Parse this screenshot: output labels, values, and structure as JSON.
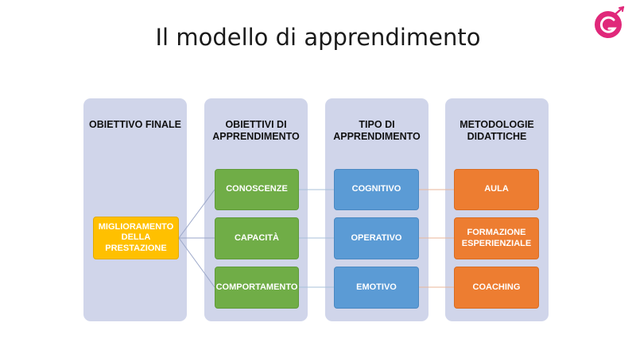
{
  "slide": {
    "title": "Il modello di apprendimento"
  },
  "colors": {
    "column_bg": "#d0d5ea",
    "gold": "#ffc000",
    "green": "#70ad47",
    "blue": "#5b9bd5",
    "orange": "#ed7d31",
    "logo": "#e0287a"
  },
  "logo": {
    "icon": "brand-logo-icon"
  },
  "columns": [
    {
      "header": "OBIETTIVO FINALE",
      "boxes": [
        "MIGLIORAMENTO DELLA PRESTAZIONE"
      ]
    },
    {
      "header": "OBIETTIVI DI APPRENDIMENTO",
      "boxes": [
        "CONOSCENZE",
        "CAPACITÀ",
        "COMPORTAMENTO"
      ]
    },
    {
      "header": "TIPO DI APPRENDIMENTO",
      "boxes": [
        "COGNITIVO",
        "OPERATIVO",
        "EMOTIVO"
      ]
    },
    {
      "header": "METODOLOGIE DIDATTICHE",
      "boxes": [
        "AULA",
        "FORMAZIONE ESPERIENZIALE",
        "COACHING"
      ]
    }
  ]
}
